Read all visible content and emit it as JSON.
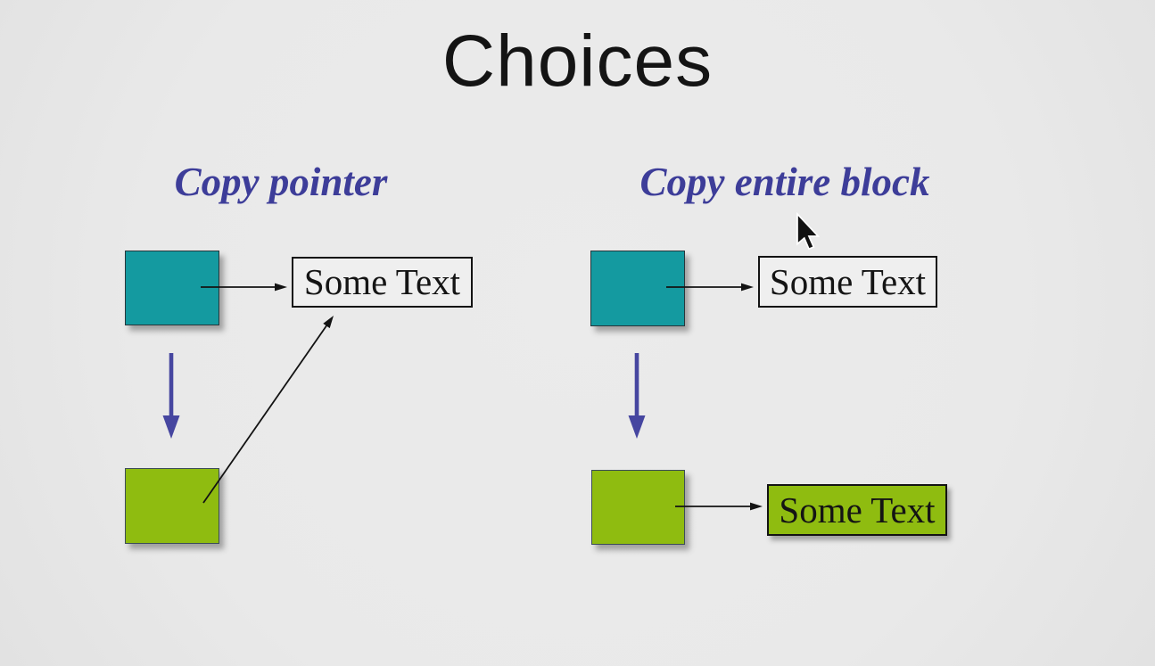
{
  "slide": {
    "title": "Choices",
    "columns": [
      {
        "heading": "Copy pointer",
        "text_label": "Some Text"
      },
      {
        "heading": "Copy entire block",
        "text_label": "Some Text",
        "copied_text_label": "Some Text"
      }
    ]
  },
  "colors": {
    "background": "#e9e9e9",
    "heading_blue": "#3d3d99",
    "arrow_blue": "#4646a0",
    "teal_block": "#149aa0",
    "green_block": "#8fbc10",
    "box_background": "#efefef",
    "border_black": "#131313",
    "text_black": "#141414"
  }
}
